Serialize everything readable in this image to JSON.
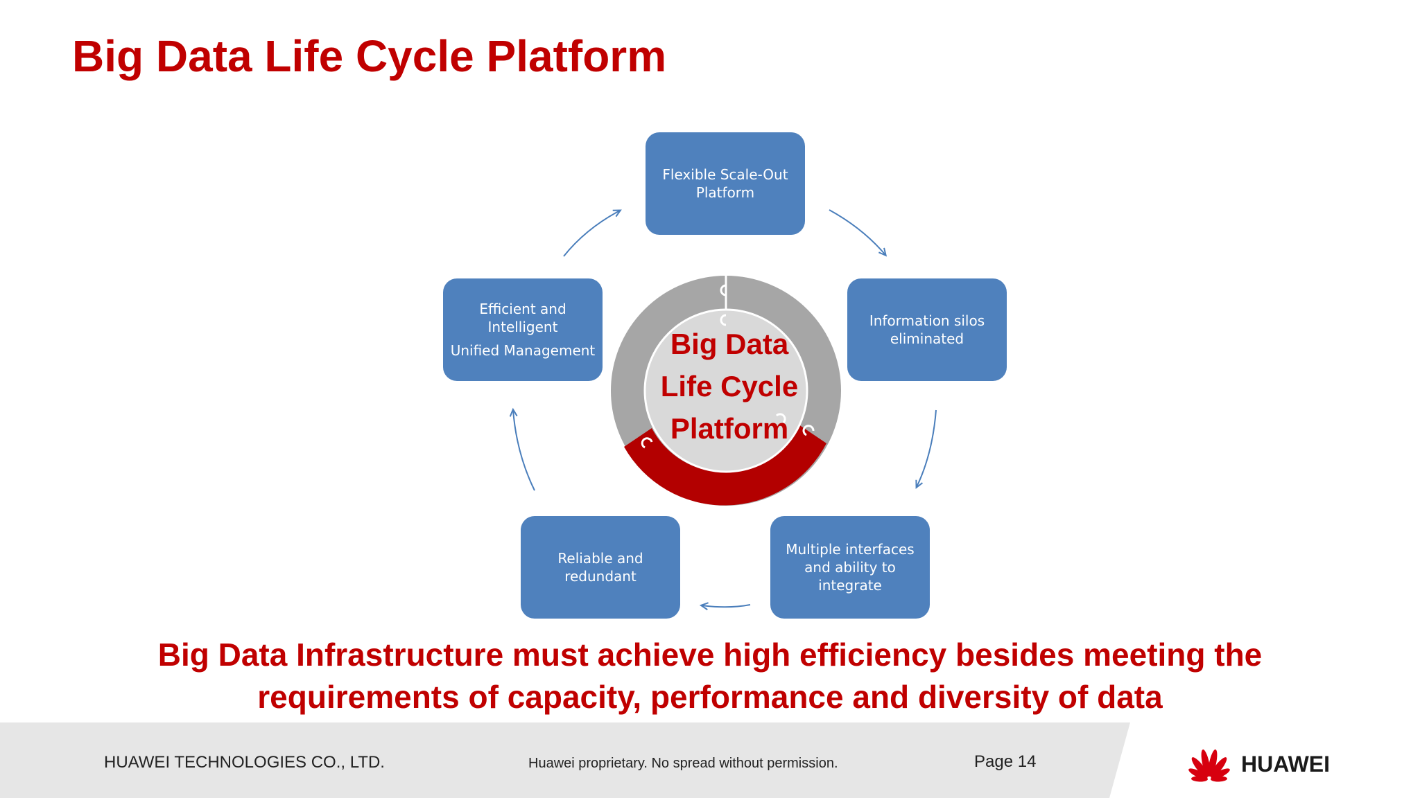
{
  "title": "Big Data Life Cycle Platform",
  "center": {
    "lines": [
      "Big Data",
      "Life Cycle",
      "Platform"
    ]
  },
  "boxes": {
    "top": {
      "lines": [
        "Flexible Scale-Out",
        "Platform"
      ]
    },
    "right": {
      "lines": [
        "Information silos",
        "eliminated"
      ]
    },
    "bottom_right": {
      "lines": [
        "Multiple interfaces",
        "and ability to",
        "integrate"
      ]
    },
    "bottom_left": {
      "lines": [
        "Reliable and",
        "redundant"
      ]
    },
    "left": {
      "lines": [
        "Efficient and",
        "Intelligent"
      ],
      "extra": "Unified Management"
    }
  },
  "tagline": {
    "lines": [
      "Big Data Infrastructure must achieve high efficiency besides meeting the",
      "requirements of capacity, performance and diversity of data"
    ]
  },
  "footer": {
    "company": "HUAWEI TECHNOLOGIES CO., LTD.",
    "proprietary": "Huawei proprietary. No spread without permission.",
    "page": "Page 14",
    "logo_text": "HUAWEI"
  },
  "colors": {
    "accent_red": "#c00000",
    "box_blue": "#4f81bd",
    "ring_gray": "#a6a6a6",
    "inner_gray": "#d9d9d9",
    "ring_red": "#b30000",
    "arrow_blue": "#4a7ebb",
    "footer_gray": "#e6e6e6"
  },
  "icons": {
    "logo": "huawei-flower-logo",
    "arrows": "curved-arrow-icon"
  }
}
